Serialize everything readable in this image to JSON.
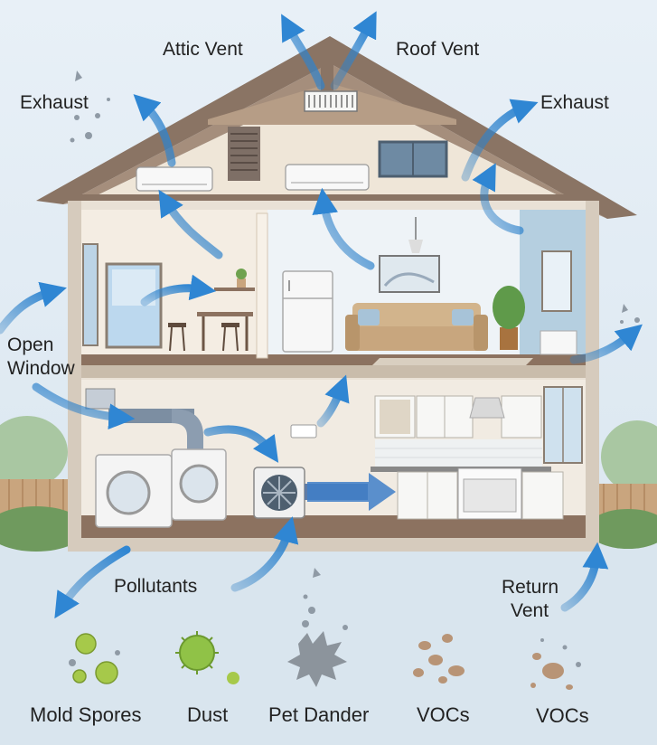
{
  "labels": {
    "attic_vent": "Attic Vent",
    "roof_vent": "Roof Vent",
    "exhaust_left": "Exhaust",
    "exhaust_right": "Exhaust",
    "open_window_line1": "Open",
    "open_window_line2": "Window",
    "pollutants": "Pollutants",
    "return_vent_line1": "Return",
    "return_vent_line2": "Vent"
  },
  "pollutant_legend": [
    {
      "label": "Mold Spores",
      "icon": "mold-spore-icon"
    },
    {
      "label": "Dust",
      "icon": "dust-icon"
    },
    {
      "label": "Pet Dander",
      "icon": "pet-dander-icon"
    },
    {
      "label": "VOCs",
      "icon": "voc-icon"
    },
    {
      "label": "VOCs",
      "icon": "voc-icon"
    }
  ],
  "colors": {
    "airflow_arrow": "#3f8fd0",
    "roof": "#8a7464",
    "wall": "#efe8de",
    "sky": "#dfeaf3",
    "ground": "#dbe6ef",
    "mold": "#9cc13a",
    "dust": "#8cbf3a"
  }
}
